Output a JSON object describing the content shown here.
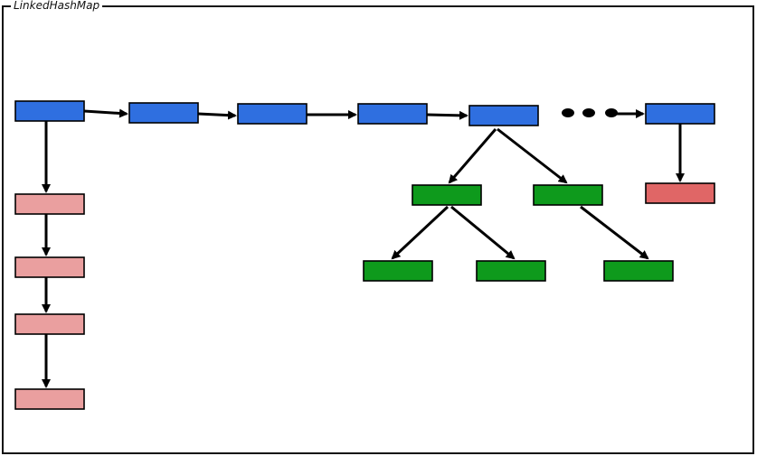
{
  "frame": {
    "title": "LinkedHashMap"
  },
  "colors": {
    "frame_stroke": "#111111",
    "arrow": "#000000",
    "node_stroke": "#000000",
    "bucket_fill": "#2f6fe0",
    "list_node_fill": "#ea9f9f",
    "tree_node_fill": "#0e9a1c",
    "single_node_fill": "#e06666"
  },
  "buckets": [
    {
      "id": "bucket-1"
    },
    {
      "id": "bucket-2"
    },
    {
      "id": "bucket-3"
    },
    {
      "id": "bucket-4"
    },
    {
      "id": "bucket-5"
    },
    {
      "id": "bucket-6"
    }
  ],
  "ellipsis_dots": 3,
  "linked_list_nodes": [
    {
      "id": "list-node-1"
    },
    {
      "id": "list-node-2"
    },
    {
      "id": "list-node-3"
    },
    {
      "id": "list-node-4"
    }
  ],
  "tree": {
    "level_1": [
      {
        "id": "tree-node-1"
      },
      {
        "id": "tree-node-2"
      }
    ],
    "level_2": [
      {
        "id": "tree-node-3"
      },
      {
        "id": "tree-node-4"
      },
      {
        "id": "tree-node-5"
      }
    ]
  },
  "single_node": {
    "id": "single-node"
  }
}
